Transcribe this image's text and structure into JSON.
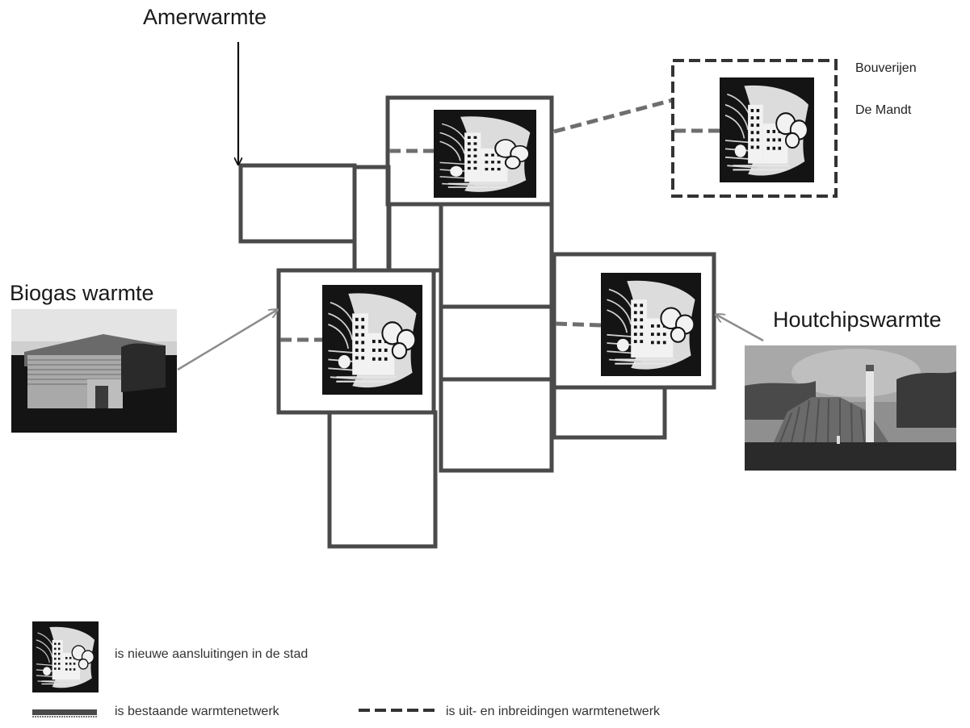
{
  "sources": {
    "amer": "Amerwarmte",
    "biogas": "Biogas warmte",
    "houtchips": "Houtchipswarmte"
  },
  "expansion": {
    "line1": "Bouverijen",
    "line2": "De Mandt"
  },
  "legend": {
    "new_connections": "is nieuwe aansluitingen in de stad",
    "existing_network": "is bestaande warmtenetwerk",
    "expansion_network": "is uit- en inbreidingen warmtenetwerk"
  },
  "colors": {
    "existing_network": "#4a4a4a",
    "expansion_network": "#6e6e6e",
    "arrow_grey": "#8c8c8c",
    "icon_bg": "#141414"
  },
  "icons": {
    "new_connection": "city-building-icon"
  }
}
